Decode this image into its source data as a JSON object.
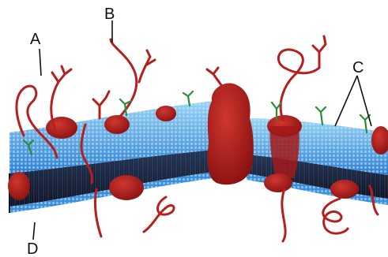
{
  "labels": {
    "a": "A",
    "b": "B",
    "c": "C",
    "d": "D"
  },
  "colors": {
    "protein": "#b3201e",
    "protein_dark": "#8e1414",
    "bilayer_blue": "#2f7fd0",
    "bilayer_light": "#7fc2f0",
    "bilayer_dark": "#0e1f3a",
    "carbohydrate_green": "#2f8a3a",
    "pointer": "#111111"
  }
}
